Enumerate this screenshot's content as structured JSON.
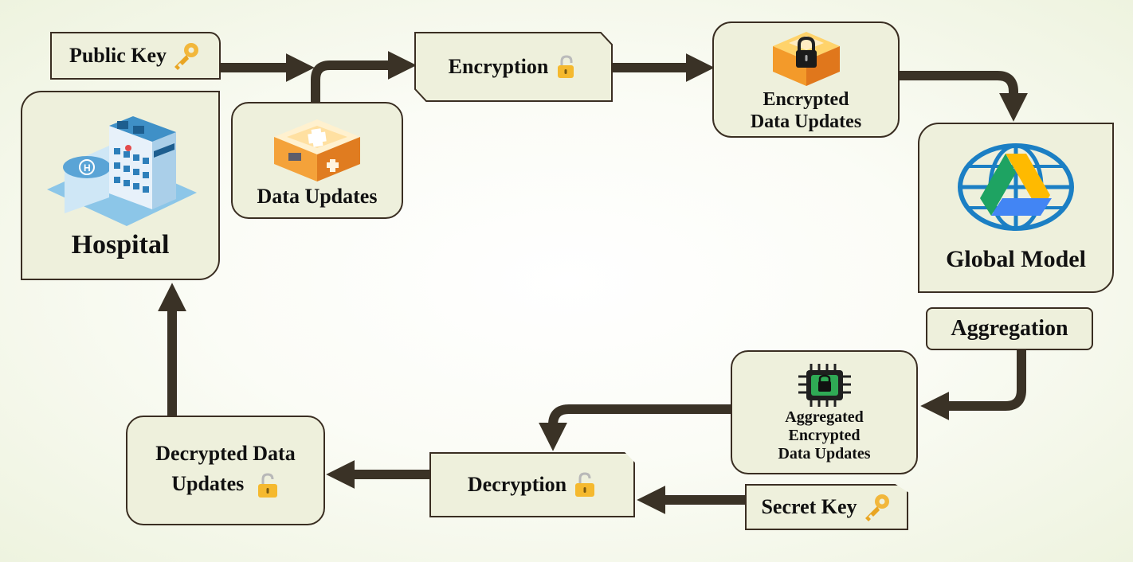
{
  "nodes": {
    "public_key": "Public Key",
    "encryption": "Encryption",
    "encrypted_updates_line1": "Encrypted",
    "encrypted_updates_line2": "Data Updates",
    "hospital": "Hospital",
    "data_updates": "Data Updates",
    "global_model": "Global Model",
    "aggregation": "Aggregation",
    "agg_line1": "Aggregated",
    "agg_line2": "Encrypted",
    "agg_line3": "Data Updates",
    "decrypted_line1": "Decrypted Data",
    "decrypted_line2": "Updates",
    "decryption": "Decryption",
    "secret_key": "Secret Key"
  },
  "colors": {
    "box_fill": "#eef0dc",
    "border": "#3a2e22",
    "arrow": "#3a3226",
    "key": "#f2b73b",
    "lock": "#f5b92e",
    "drive_green": "#1ea362",
    "drive_yellow": "#ffba00",
    "drive_blue": "#4285f4",
    "globe": "#1b7fc4"
  },
  "icons": [
    "hospital-icon",
    "data-cube-icon",
    "locked-cube-icon",
    "drive-globe-icon",
    "chip-lock-icon",
    "key-icon",
    "padlock-icon"
  ]
}
